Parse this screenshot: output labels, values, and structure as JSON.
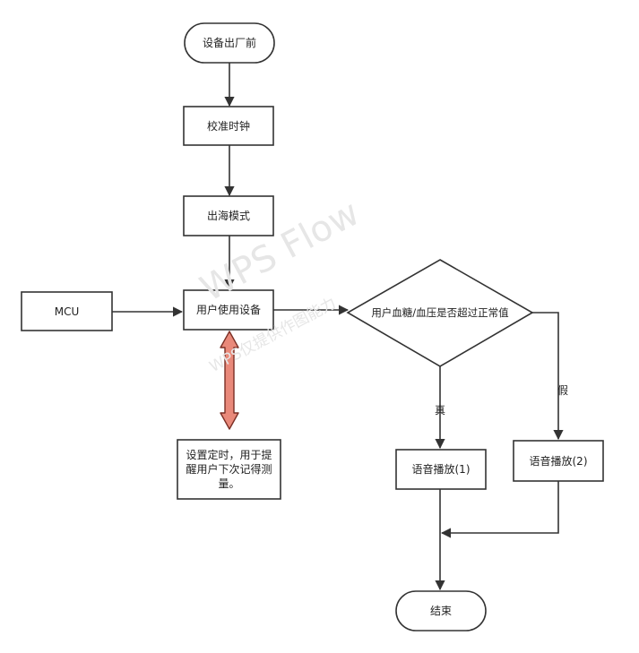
{
  "nodes": {
    "start": "设备出厂前",
    "calibrate": "校准时钟",
    "factory_mode": "出海模式",
    "mcu": "MCU",
    "use_device": "用户使用设备",
    "decision": "用户血糖/血压是否超过正常值",
    "note": "设置定时，用于提醒用户下次记得测量。",
    "voice1": "语音播放(1)",
    "voice2": "语音播放(2)",
    "end": "结束"
  },
  "edges": {
    "true_label": "真",
    "false_label": "假"
  },
  "watermark": {
    "line1": "WPS Flow",
    "line2": "WPS仅提供作图能力"
  },
  "colors": {
    "stroke": "#333333",
    "double_arrow_fill": "#e9897a",
    "double_arrow_stroke": "#7a2f25"
  }
}
